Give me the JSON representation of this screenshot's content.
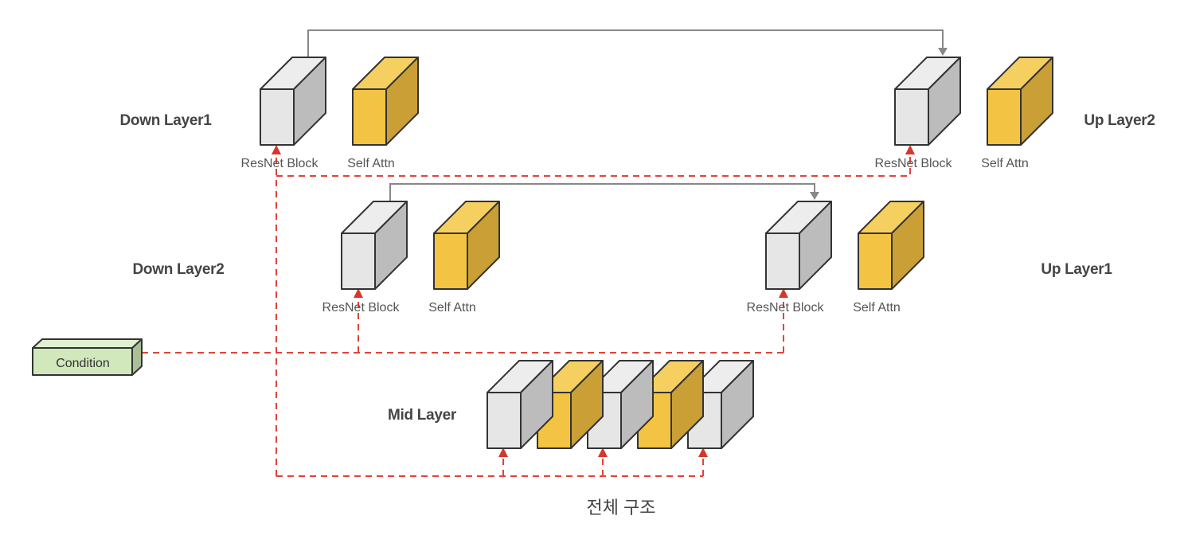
{
  "caption": "전체 구조",
  "colors": {
    "resnet_front": "#e6e6e6",
    "resnet_top": "#ededed",
    "resnet_side": "#bcbcbc",
    "attn_front": "#f3c443",
    "attn_top": "#f5d060",
    "attn_side": "#c99f36",
    "cond_front": "#d0e8bc",
    "cond_top": "#dff0d0",
    "cond_side": "#a9bf96",
    "condition_line": "#e0443a",
    "skip_line": "#888888"
  },
  "condition": {
    "label": "Condition"
  },
  "layers": {
    "down1": {
      "label": "Down Layer1",
      "resnet_label": "ResNet Block",
      "attn_label": "Self Attn"
    },
    "down2": {
      "label": "Down Layer2",
      "resnet_label": "ResNet Block",
      "attn_label": "Self Attn"
    },
    "mid": {
      "label": "Mid Layer",
      "blocks": [
        "resnet",
        "attn",
        "resnet",
        "attn",
        "resnet"
      ]
    },
    "up1": {
      "label": "Up Layer1",
      "resnet_label": "ResNet Block",
      "attn_label": "Self Attn"
    },
    "up2": {
      "label": "Up Layer2",
      "resnet_label": "ResNet Block",
      "attn_label": "Self Attn"
    }
  },
  "connections": {
    "skip": [
      {
        "from": "down1.resnet",
        "to": "up2.resnet"
      },
      {
        "from": "down2.resnet",
        "to": "up1.resnet"
      }
    ],
    "condition_targets": [
      "down1.resnet",
      "down2.resnet",
      "up1.resnet",
      "up2.resnet",
      "mid.resnet1",
      "mid.resnet2",
      "mid.resnet3"
    ]
  }
}
